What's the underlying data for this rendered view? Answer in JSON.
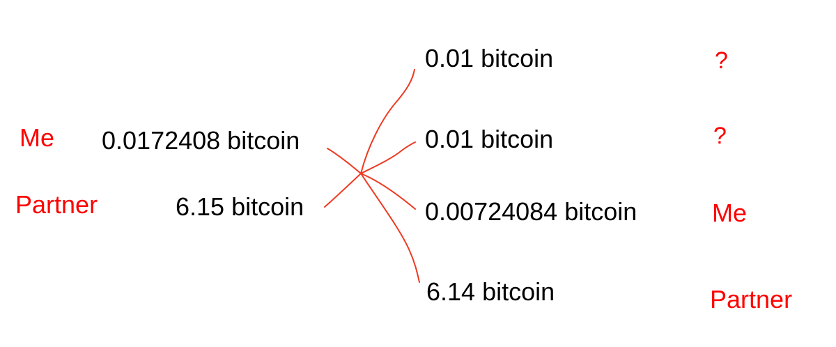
{
  "colors": {
    "owner_text": "#ff0000",
    "amount_text": "#000000",
    "line": "#ee3a22",
    "background": "#ffffff"
  },
  "inputs": [
    {
      "owner": "Me",
      "amount": "0.0172408 bitcoin"
    },
    {
      "owner": "Partner",
      "amount": "6.15 bitcoin"
    }
  ],
  "outputs": [
    {
      "amount": "0.01 bitcoin",
      "owner": "?"
    },
    {
      "amount": "0.01 bitcoin",
      "owner": "?"
    },
    {
      "amount": "0.00724084 bitcoin",
      "owner": "Me"
    },
    {
      "amount": "6.14 bitcoin",
      "owner": "Partner"
    }
  ]
}
